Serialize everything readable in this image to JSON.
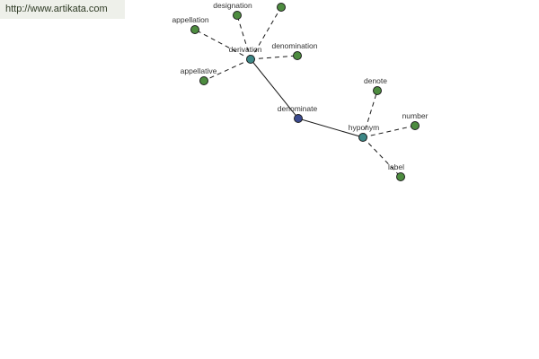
{
  "header": {
    "url": "http://www.artikata.com"
  },
  "colors": {
    "leaf": "#4d8c3f",
    "hub": "#3c8786",
    "center": "#3b4a8f",
    "edge": "#1a1a1a"
  },
  "graph": {
    "nodes": [
      {
        "id": "denominate",
        "label": "denominate",
        "kind": "center"
      },
      {
        "id": "derivation",
        "label": "derivation",
        "kind": "hub"
      },
      {
        "id": "hyponym",
        "label": "hyponym",
        "kind": "hub"
      },
      {
        "id": "designation",
        "label": "designation",
        "kind": "leaf"
      },
      {
        "id": "unlabeled",
        "label": "",
        "kind": "leaf"
      },
      {
        "id": "appellation",
        "label": "appellation",
        "kind": "leaf"
      },
      {
        "id": "denomination",
        "label": "denomination",
        "kind": "leaf"
      },
      {
        "id": "appellative",
        "label": "appellative",
        "kind": "leaf"
      },
      {
        "id": "denote",
        "label": "denote",
        "kind": "leaf"
      },
      {
        "id": "number",
        "label": "number",
        "kind": "leaf"
      },
      {
        "id": "label",
        "label": "label",
        "kind": "leaf"
      }
    ],
    "edges": [
      {
        "from": "derivation",
        "to": "denominate",
        "style": "solid"
      },
      {
        "from": "denominate",
        "to": "hyponym",
        "style": "solid"
      },
      {
        "from": "derivation",
        "to": "designation",
        "style": "dashed"
      },
      {
        "from": "derivation",
        "to": "unlabeled",
        "style": "dashed"
      },
      {
        "from": "derivation",
        "to": "appellation",
        "style": "dashed"
      },
      {
        "from": "derivation",
        "to": "denomination",
        "style": "dashed"
      },
      {
        "from": "derivation",
        "to": "appellative",
        "style": "dashed"
      },
      {
        "from": "hyponym",
        "to": "denote",
        "style": "dashed"
      },
      {
        "from": "hyponym",
        "to": "number",
        "style": "dashed"
      },
      {
        "from": "hyponym",
        "to": "label",
        "style": "dashed"
      }
    ]
  }
}
